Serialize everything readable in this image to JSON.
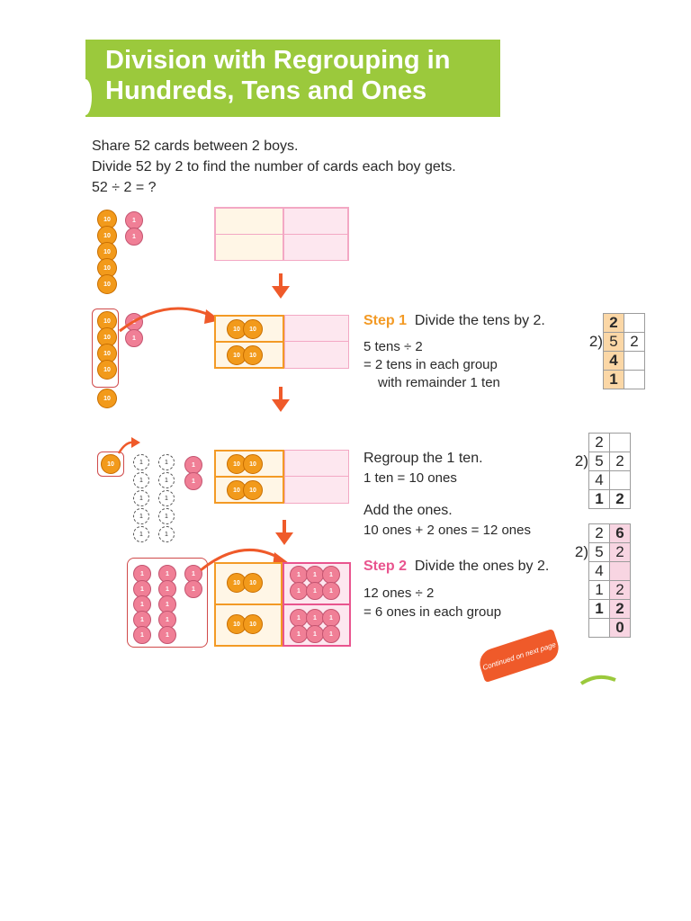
{
  "banner": {
    "title": "Division with Regrouping in Hundreds, Tens and Ones"
  },
  "intro": {
    "line1": "Share 52 cards between 2 boys.",
    "line2": "Divide 52 by 2 to find the number of cards each boy gets.",
    "line3": "52 ÷ 2 = ?"
  },
  "step1": {
    "label": "Step 1",
    "title": "Divide the tens by 2.",
    "line1": "5 tens ÷ 2",
    "line2": "= 2 tens in each group",
    "line3": "with remainder 1 ten",
    "table": {
      "quotient": "2",
      "divisor": "2)",
      "dividend": [
        "5",
        "2"
      ],
      "product": "4",
      "remainder": "1"
    }
  },
  "regroup": {
    "title": "Regroup the 1 ten.",
    "line1": "1 ten = 10 ones",
    "add_title": "Add the ones.",
    "add_line": "10 ones + 2 ones = 12 ones",
    "table": {
      "quotient": "2",
      "divisor": "2)",
      "dividend": [
        "5",
        "2"
      ],
      "product": "4",
      "carry": [
        "1",
        "2"
      ]
    }
  },
  "step2": {
    "label": "Step 2",
    "title": "Divide the ones by 2.",
    "line1": "12 ones ÷ 2",
    "line2": "= 6 ones in each group",
    "table": {
      "quotient": [
        "2",
        "6"
      ],
      "divisor": "2)",
      "dividend": [
        "5",
        "2"
      ],
      "product": "4",
      "row1": [
        "1",
        "2"
      ],
      "row2": [
        "1",
        "2"
      ],
      "remainder": "0"
    }
  },
  "coins": {
    "ten_label": "10",
    "one_label": "1"
  },
  "footer": {
    "continued": "Continued on next page"
  },
  "colors": {
    "banner": "#9bc93c",
    "orange": "#f39a25",
    "pink": "#e9548e",
    "arrow": "#ef5a2a"
  }
}
